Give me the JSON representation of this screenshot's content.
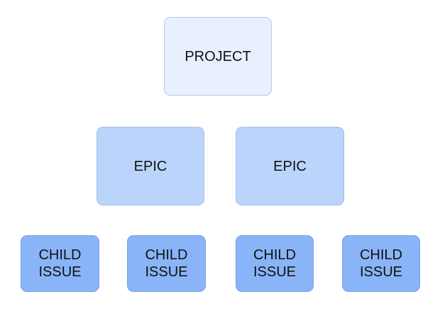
{
  "diagram": {
    "project": {
      "label": "PROJECT"
    },
    "epics": [
      {
        "label": "EPIC"
      },
      {
        "label": "EPIC"
      }
    ],
    "child_issues": [
      {
        "line1": "CHILD",
        "line2": "ISSUE"
      },
      {
        "line1": "CHILD",
        "line2": "ISSUE"
      },
      {
        "line1": "CHILD",
        "line2": "ISSUE"
      },
      {
        "line1": "CHILD",
        "line2": "ISSUE"
      }
    ]
  },
  "colors": {
    "project_fill": "#e8f0fd",
    "epic_fill": "#bbd4fb",
    "child_fill": "#8ab4f8",
    "text": "#111111"
  }
}
